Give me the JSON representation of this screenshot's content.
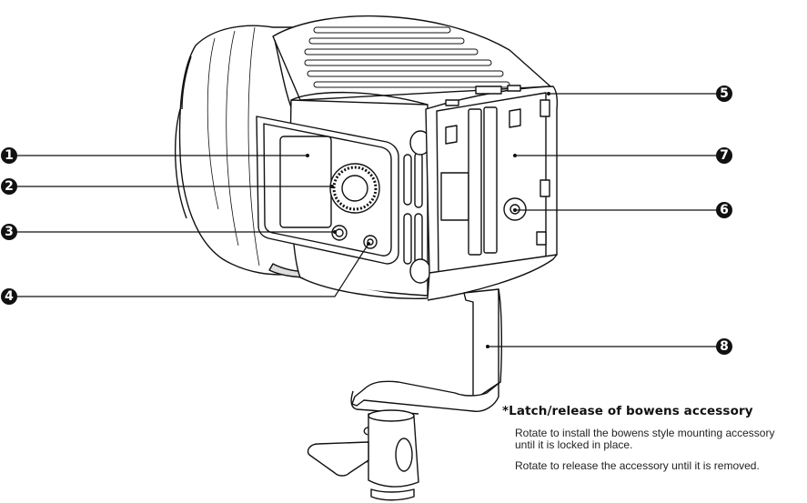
{
  "callouts": [
    {
      "id": 1,
      "label": "1"
    },
    {
      "id": 2,
      "label": "2"
    },
    {
      "id": 3,
      "label": "3"
    },
    {
      "id": 4,
      "label": "4"
    },
    {
      "id": 5,
      "label": "5"
    },
    {
      "id": 6,
      "label": "6"
    },
    {
      "id": 7,
      "label": "7"
    },
    {
      "id": 8,
      "label": "8"
    }
  ],
  "note": {
    "title": "*Latch/release of bowens accessory",
    "paragraphs": [
      "Rotate to install the bowens style mounting accessory until it is locked in place.",
      "Rotate to release the accessory until it is removed."
    ]
  },
  "colors": {
    "ink": "#111111",
    "fill": "#ffffff",
    "shade": "#e9e9e9"
  }
}
